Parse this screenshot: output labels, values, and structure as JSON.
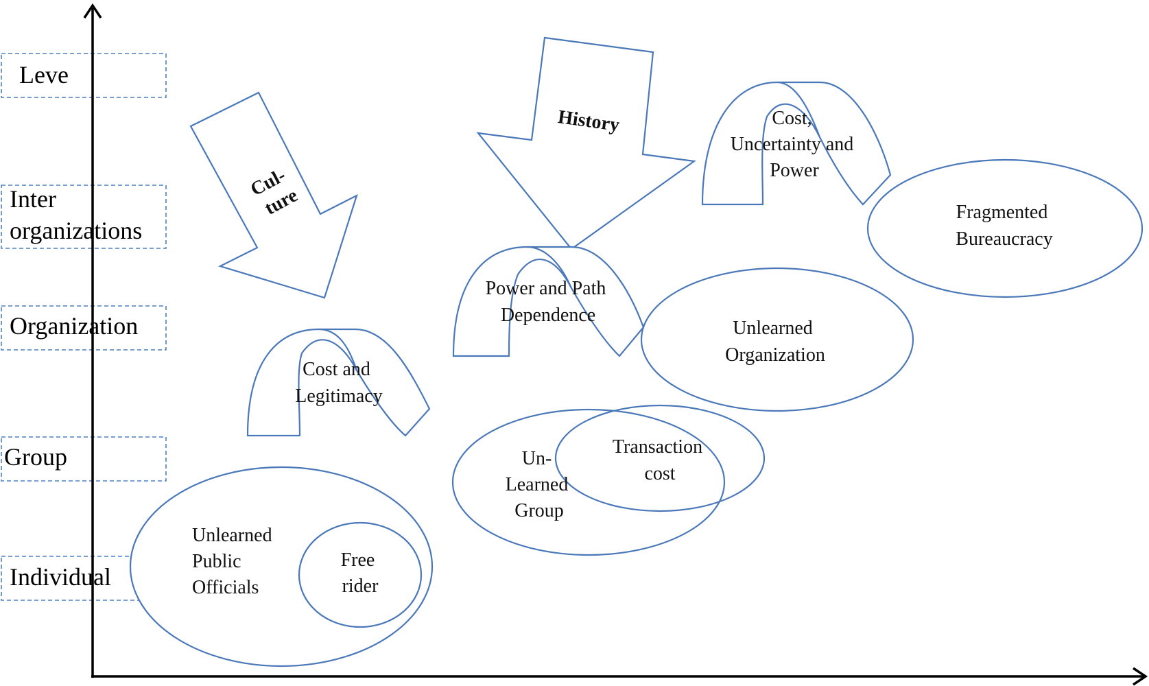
{
  "levels": [
    {
      "label": "Leve"
    },
    {
      "label": "Inter\norganizations"
    },
    {
      "label": "Organization"
    },
    {
      "label": "Group"
    },
    {
      "label": "Individual"
    }
  ],
  "arrows": {
    "culture": {
      "label": "Cul-\nture"
    },
    "history": {
      "label": "History"
    }
  },
  "arches": {
    "cost_legitimacy": {
      "label": "Cost and\nLegitimacy"
    },
    "power_path": {
      "label": "Power and Path\nDependence"
    },
    "cost_uncertainty": {
      "label": "Cost,\nUncertainty and\nPower"
    }
  },
  "ellipses": {
    "unlearned_officials": {
      "label": "Unlearned\nPublic\nOfficials"
    },
    "free_rider": {
      "label": "Free\nrider"
    },
    "unlearned_group": {
      "label": "Un-\nLearned\nGroup"
    },
    "transaction_cost": {
      "label": "Transaction\ncost"
    },
    "unlearned_org": {
      "label": "Unlearned\nOrganization"
    },
    "fragmented": {
      "label": "Fragmented\nBureaucracy"
    }
  }
}
